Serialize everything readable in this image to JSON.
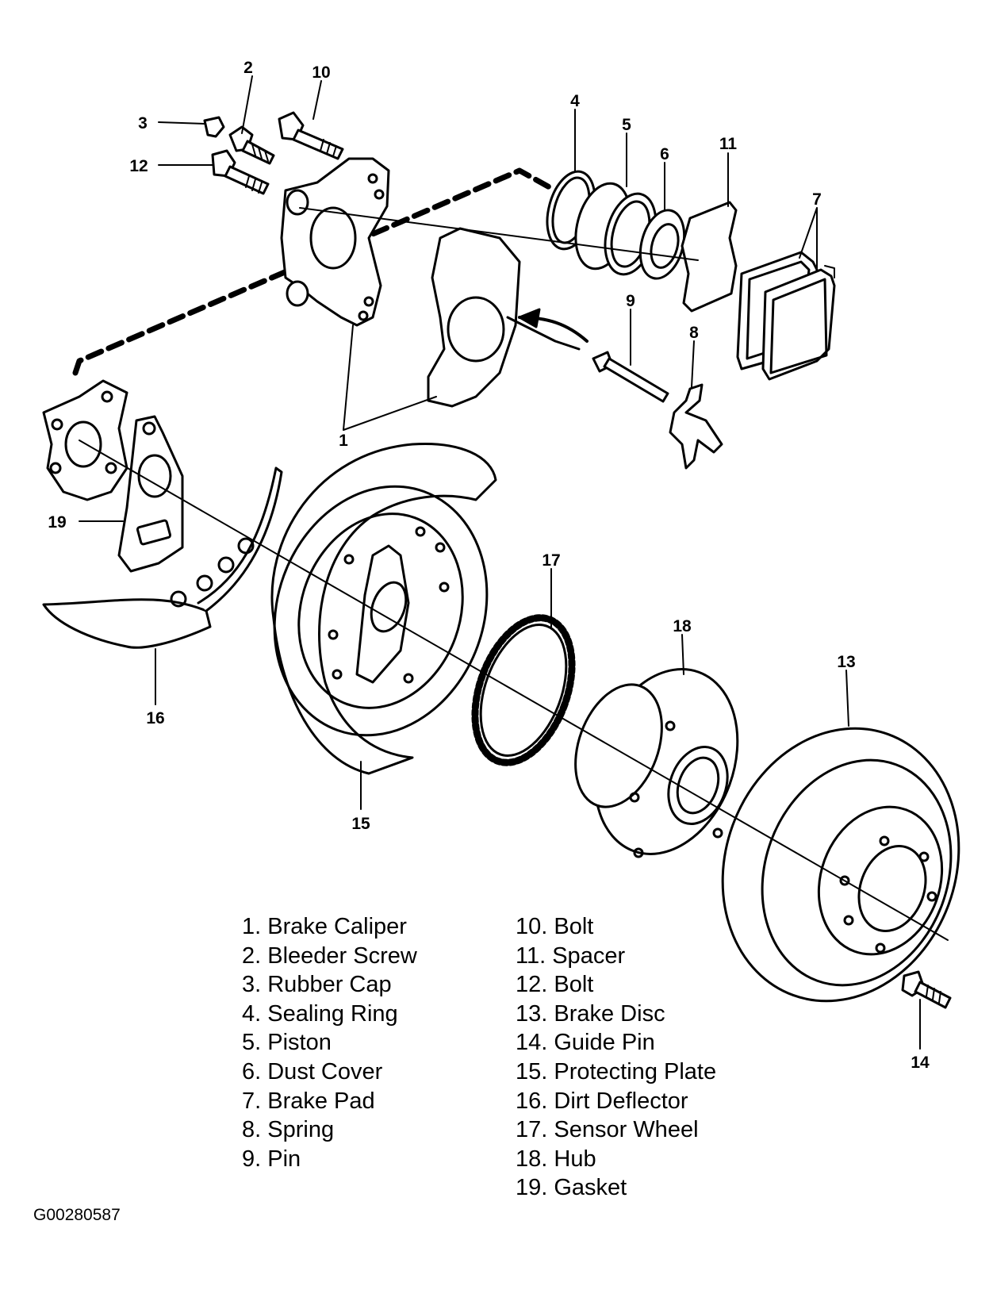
{
  "callouts": {
    "c1": "1",
    "c2": "2",
    "c3": "3",
    "c4": "4",
    "c5": "5",
    "c6": "6",
    "c7": "7",
    "c8": "8",
    "c9": "9",
    "c10": "10",
    "c11": "11",
    "c12": "12",
    "c13": "13",
    "c14": "14",
    "c15": "15",
    "c16": "16",
    "c17": "17",
    "c18": "18",
    "c19": "19"
  },
  "legend": {
    "left": [
      "1. Brake Caliper",
      "2. Bleeder Screw",
      "3. Rubber Cap",
      "4. Sealing Ring",
      "5. Piston",
      "6. Dust Cover",
      "7. Brake Pad",
      "8. Spring",
      "9. Pin"
    ],
    "right": [
      "10. Bolt",
      "11. Spacer",
      "12. Bolt",
      "13. Brake Disc",
      "14. Guide Pin",
      "15. Protecting Plate",
      "16. Dirt Deflector",
      "17. Sensor Wheel",
      "18. Hub",
      "19. Gasket"
    ]
  },
  "figure_code": "G00280587"
}
